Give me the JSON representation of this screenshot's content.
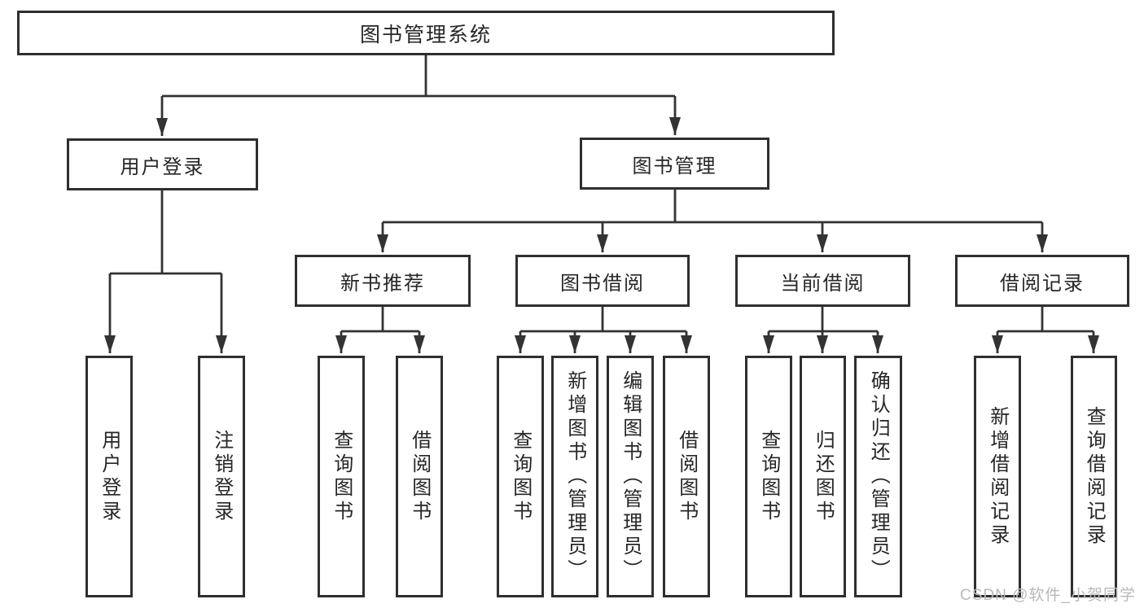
{
  "colors": {
    "line": "#333333",
    "box_border": "#2f2f2f",
    "box_fill": "#ffffff",
    "text": "#262626",
    "watermark": "#b9b9b9",
    "background": "#ffffff"
  },
  "diagram_type": "functional-structure-tree",
  "tree": {
    "label": "图书管理系统",
    "children": [
      {
        "label": "用户登录",
        "children": [
          {
            "label": "用户登录"
          },
          {
            "label": "注销登录"
          }
        ]
      },
      {
        "label": "图书管理",
        "children": [
          {
            "label": "新书推荐",
            "children": [
              {
                "label": "查询图书"
              },
              {
                "label": "借阅图书"
              }
            ]
          },
          {
            "label": "图书借阅",
            "children": [
              {
                "label": "查询图书"
              },
              {
                "label": "新增图书（管理员）"
              },
              {
                "label": "编辑图书（管理员）"
              },
              {
                "label": "借阅图书"
              }
            ]
          },
          {
            "label": "当前借阅",
            "children": [
              {
                "label": "查询图书"
              },
              {
                "label": "归还图书"
              },
              {
                "label": "确认归还（管理员）"
              }
            ]
          },
          {
            "label": "借阅记录",
            "children": [
              {
                "label": "新增借阅记录"
              },
              {
                "label": "查询借阅记录"
              }
            ]
          }
        ]
      }
    ]
  },
  "watermark": {
    "text": "CSDN @软件_小贺同学"
  }
}
